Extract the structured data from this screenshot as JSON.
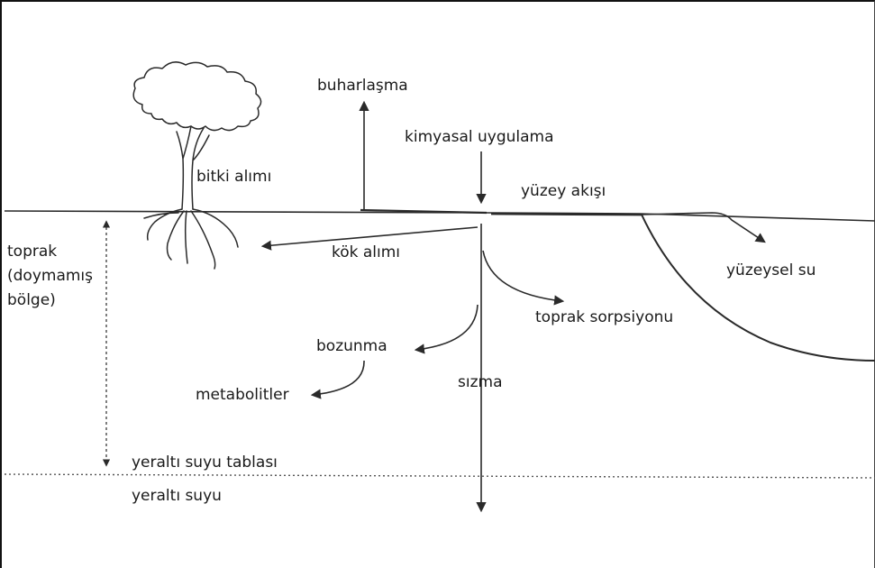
{
  "labels": {
    "buharlasma": "buharlaşma",
    "kimyasal": "kimyasal uygulama",
    "bitki": "bitki alımı",
    "yuzey_akisi": "yüzey akışı",
    "toprak_zone": "toprak (doymamış bölge)",
    "kok": "kök alımı",
    "yuzeysel_su": "yüzeysel su",
    "sorpsiyon": "toprak sorpsiyonu",
    "bozunma": "bozunma",
    "sizma": "sızma",
    "metabolitler": "metabolitler",
    "tabla": "yeraltı suyu tablası",
    "yeralti": "yeraltı suyu"
  },
  "colors": {
    "line": "#2a2a2a",
    "text": "#1a1a1a",
    "background": "#ffffff"
  }
}
